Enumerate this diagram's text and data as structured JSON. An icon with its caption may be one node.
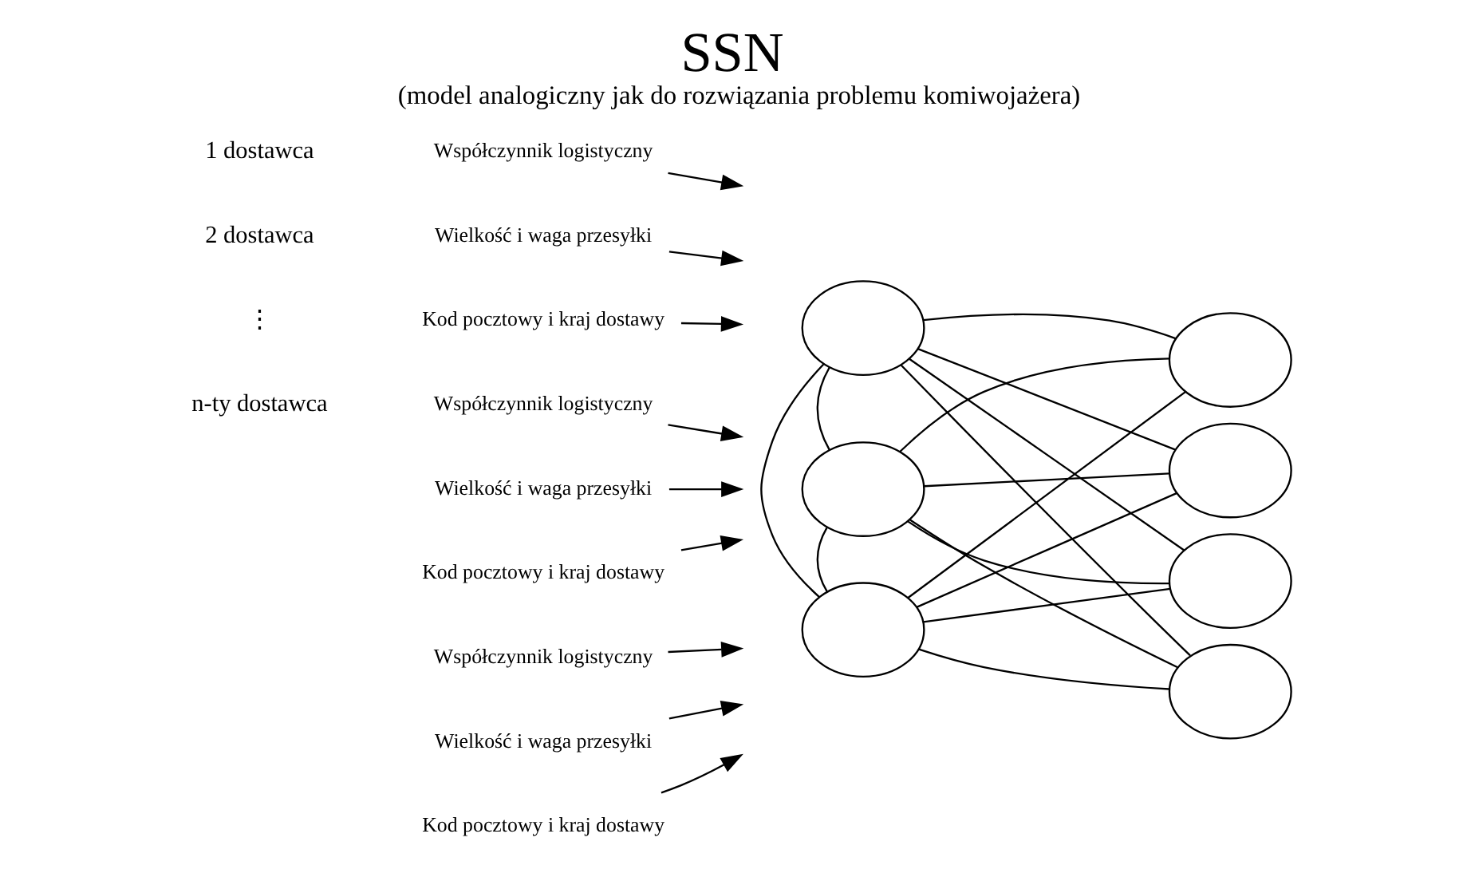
{
  "diagram": {
    "title": "SSN",
    "caption": "(model analogiczny jak do rozwiązania problemu komiwojażera)",
    "nodes": [
      {
        "text": [
          "Współczynnik logistyczny"
        ]
      },
      {
        "text": [
          "Wielkość i waga przesyłki"
        ]
      },
      {
        "text": [
          "Kod pocztowy i kraj dostawy"
        ]
      },
      {
        "text": [
          "Współczynnik logistyczny"
        ]
      },
      {
        "text": [
          "Wielkość i waga przesyłki"
        ]
      },
      {
        "text": [
          "Kod pocztowy i kraj dostawy"
        ]
      },
      {
        "text": [
          "Współczynnik logistyczny"
        ]
      },
      {
        "text": [
          "Wielkość i waga przesyłki"
        ]
      },
      {
        "text": [
          "Kod pocztowy i kraj dostawy"
        ]
      },
      {
        "text": [],
        "shape": "circle"
      },
      {
        "text": [],
        "shape": "circle"
      },
      {
        "text": [],
        "shape": "circle"
      },
      {
        "text": [],
        "shape": "circle"
      },
      {
        "text": [],
        "shape": "circle"
      },
      {
        "text": [],
        "shape": "circle"
      },
      {
        "text": [],
        "shape": "circle"
      }
    ],
    "edges": [
      {
        "from": 0,
        "to": null,
        "arrow": "to"
      },
      {
        "from": 1,
        "to": null,
        "arrow": "to"
      },
      {
        "from": 2,
        "to": null,
        "arrow": "to"
      },
      {
        "from": 3,
        "to": null,
        "arrow": "to"
      },
      {
        "from": 4,
        "to": null,
        "arrow": "to"
      },
      {
        "from": 5,
        "to": null,
        "arrow": "to"
      },
      {
        "from": 6,
        "to": null,
        "arrow": "to"
      },
      {
        "from": 7,
        "to": null,
        "arrow": "to"
      },
      {
        "from": 8,
        "to": null,
        "arrow": "to"
      },
      {
        "from": 9,
        "to": 10,
        "arrow": "none"
      },
      {
        "from": 10,
        "to": 11,
        "arrow": "none"
      },
      {
        "from": 9,
        "to": 11,
        "arrow": "none"
      },
      {
        "from": 9,
        "to": 12,
        "arrow": "none"
      },
      {
        "from": 9,
        "to": 13,
        "arrow": "none"
      },
      {
        "from": 9,
        "to": 14,
        "arrow": "none"
      },
      {
        "from": 9,
        "to": 15,
        "arrow": "none"
      },
      {
        "from": 10,
        "to": 12,
        "arrow": "none"
      },
      {
        "from": 10,
        "to": 13,
        "arrow": "none"
      },
      {
        "from": 10,
        "to": 14,
        "arrow": "none"
      },
      {
        "from": 10,
        "to": 15,
        "arrow": "none"
      },
      {
        "from": 11,
        "to": 12,
        "arrow": "none"
      },
      {
        "from": 11,
        "to": 13,
        "arrow": "none"
      },
      {
        "from": 11,
        "to": 14,
        "arrow": "none"
      },
      {
        "from": 11,
        "to": 15,
        "arrow": "none"
      }
    ],
    "labels": [
      "1 dostawca",
      "2 dostawca",
      "⋮",
      "n-ty dostawca"
    ]
  }
}
